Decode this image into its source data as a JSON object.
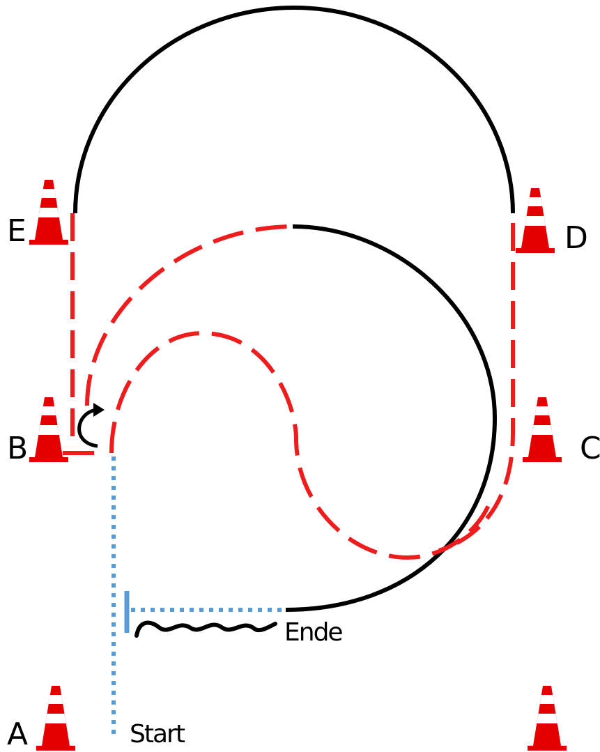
{
  "labels": {
    "cone_a": "A",
    "cone_b": "B",
    "cone_c": "C",
    "cone_d": "D",
    "cone_e": "E",
    "start": "Start",
    "end": "Ende"
  },
  "colors": {
    "course_red": "#ee1c1c",
    "course_black": "#000000",
    "course_blue": "#5b9bd5",
    "cone_red": "#e50000",
    "cone_white": "#ffffff"
  }
}
